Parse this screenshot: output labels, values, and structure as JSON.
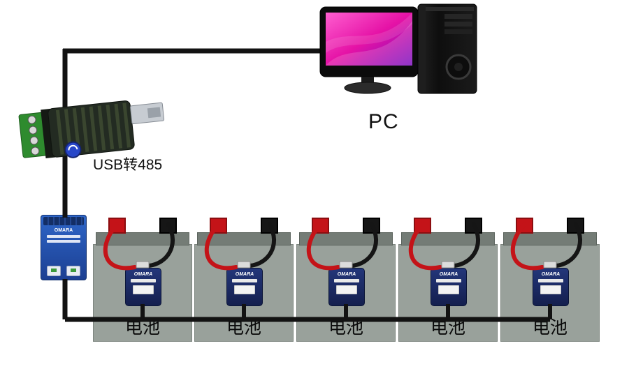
{
  "labels": {
    "pc": "PC",
    "usb_adapter": "USB转485"
  },
  "rs485_module": {
    "brand": "OMARA"
  },
  "batteries": [
    {
      "label": "电池",
      "sensor_brand": "OMARA"
    },
    {
      "label": "电池",
      "sensor_brand": "OMARA"
    },
    {
      "label": "电池",
      "sensor_brand": "OMARA"
    },
    {
      "label": "电池",
      "sensor_brand": "OMARA"
    },
    {
      "label": "电池",
      "sensor_brand": "OMARA"
    }
  ],
  "colors": {
    "battery_body": "#99a19b",
    "battery_lid": "#747c76",
    "cable_red": "#c41318",
    "cable_black": "#151515",
    "sensor_body": "#1a2a63",
    "module_blue": "#2457b0",
    "wire": "#121212",
    "screen_pink": "#e512a6"
  }
}
